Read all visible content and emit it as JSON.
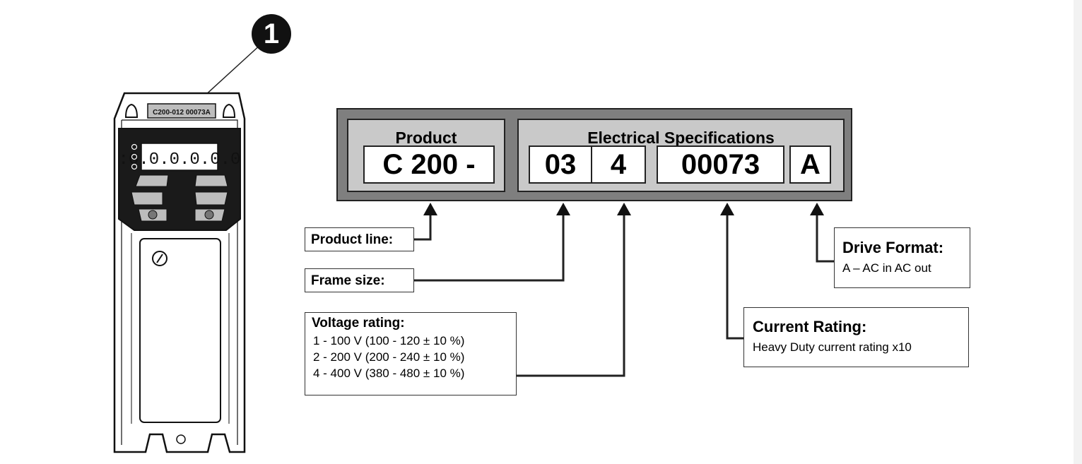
{
  "callout_marker": "1",
  "drive": {
    "nameplate": "C200-012 00073A",
    "display": ":0.0.0.0.0.0"
  },
  "code": {
    "product": {
      "title": "Product",
      "value": "C 200 -"
    },
    "electrical": {
      "title": "Electrical Specifications",
      "frame": "03",
      "voltage": "4",
      "current": "00073",
      "format": "A"
    }
  },
  "labels": {
    "product_line": "Product line:",
    "frame_size": "Frame size:",
    "voltage_rating": {
      "heading": "Voltage rating:",
      "lines": [
        "1 - 100 V (100 - 120 ± 10 %)",
        "2 - 200 V (200 - 240 ± 10 %)",
        "4 - 400 V (380 - 480 ± 10 %)"
      ]
    },
    "drive_format": {
      "heading": "Drive Format:",
      "line": "A – AC in AC out"
    },
    "current_rating": {
      "heading": "Current Rating:",
      "line": "Heavy Duty current rating x10"
    }
  },
  "colors": {
    "frame": "#7f7f7f",
    "panel": "#c9c9c9",
    "line": "#222222"
  }
}
